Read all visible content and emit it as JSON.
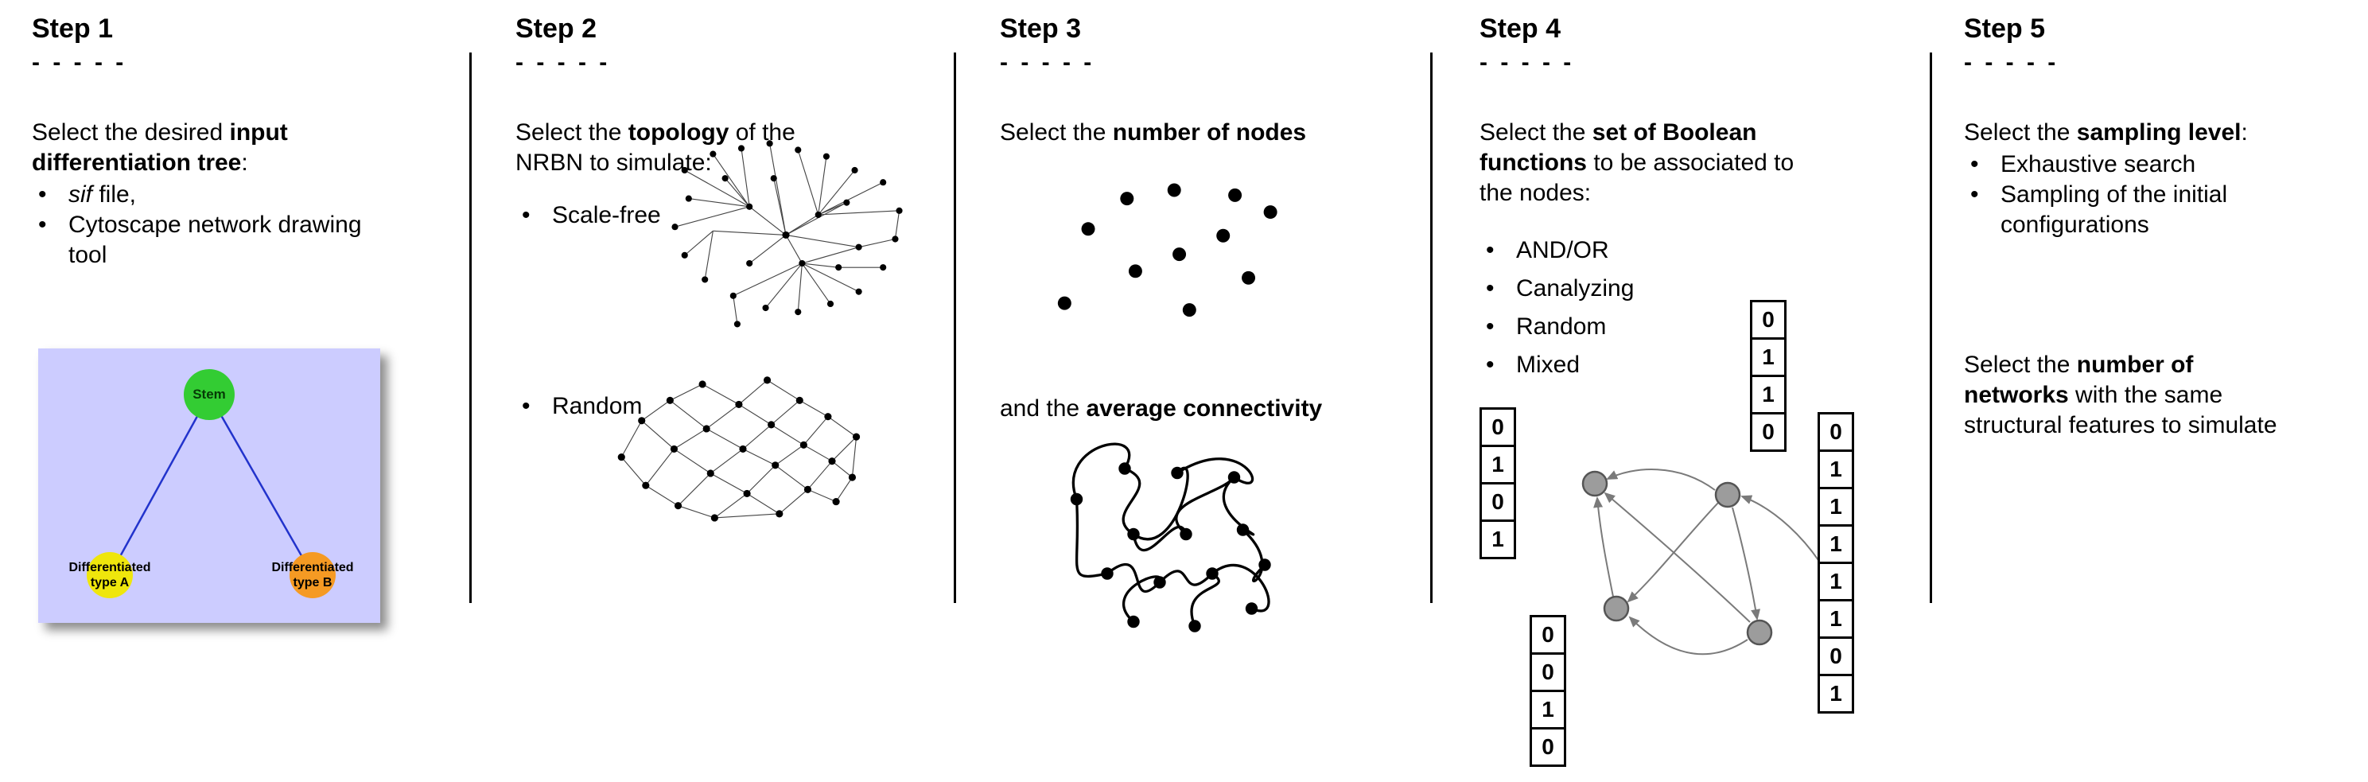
{
  "steps": [
    {
      "title": "Step 1",
      "dashes": "- - - - -",
      "intro": {
        "pre": "Select the desired ",
        "bold": "input differentiation tree",
        "post": ":"
      },
      "bullets": [
        {
          "em": "sif",
          "rest": " file,"
        },
        "Cytoscape network drawing tool"
      ],
      "tree": {
        "stem_label": "Stem",
        "type_a_label": "Differentiated\ntype A",
        "type_b_label": "Differentiated\ntype B"
      }
    },
    {
      "title": "Step 2",
      "dashes": "- - - - -",
      "intro": {
        "pre": "Select the ",
        "bold": "topology",
        "post": " of the NRBN to simulate:"
      },
      "bullets": [
        "Scale-free",
        "Random"
      ]
    },
    {
      "title": "Step 3",
      "dashes": "- - - - -",
      "intro": {
        "pre": "Select the ",
        "bold": "number of nodes",
        "post": ""
      },
      "second": {
        "pre": "and the ",
        "bold": "average connectivity",
        "post": ""
      }
    },
    {
      "title": "Step 4",
      "dashes": "- - - - -",
      "intro": {
        "pre": "Select the ",
        "bold": "set of Boolean functions",
        "post": " to be associated to the nodes:"
      },
      "bullets": [
        "AND/OR",
        "Canalyzing",
        "Random",
        "Mixed"
      ],
      "tables": {
        "left": [
          "0",
          "1",
          "0",
          "1"
        ],
        "top": [
          "0",
          "1",
          "1",
          "0"
        ],
        "right": [
          "0",
          "1",
          "1",
          "1",
          "1",
          "1",
          "0",
          "1"
        ],
        "bottom": [
          "0",
          "0",
          "1",
          "0"
        ]
      }
    },
    {
      "title": "Step 5",
      "dashes": "- - - - -",
      "intro": {
        "pre": "Select the ",
        "bold": "sampling level",
        "post": ":"
      },
      "bullets": [
        "Exhaustive search",
        "Sampling of the initial configurations"
      ],
      "second_lines": [
        {
          "pre": "Select the ",
          "bold": "number of"
        },
        {
          "bold": "networks",
          "rest": " with the same"
        },
        {
          "text": "structural features to simulate"
        }
      ]
    }
  ],
  "colors": {
    "stem_green": "#33cc33",
    "type_a_yellow": "#efe60c",
    "type_b_orange": "#f59a23",
    "tree_background": "#ccccff",
    "tree_edge_blue": "#2233cc",
    "node_gray": "#9c9c9c"
  }
}
